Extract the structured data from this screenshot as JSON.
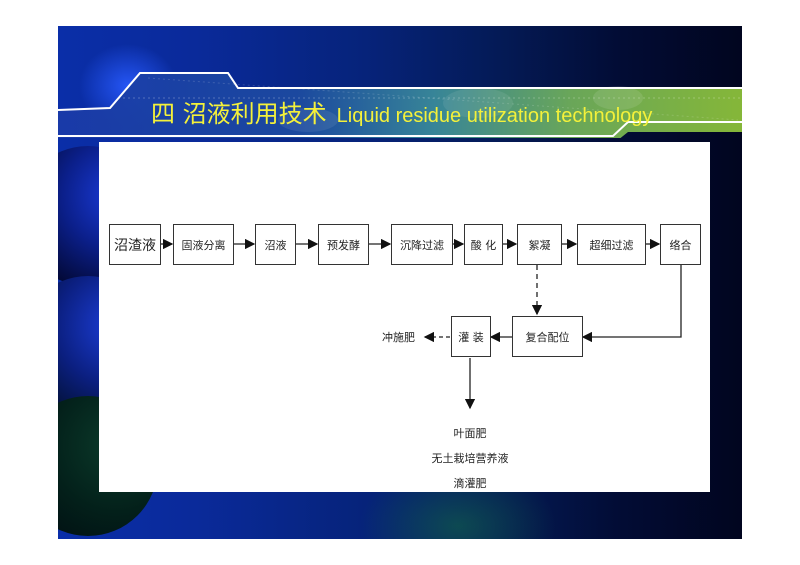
{
  "slide": {
    "title_cn": "四  沼液利用技术",
    "title_en": "Liquid residue utilization technology",
    "colors": {
      "title_text": "#f4f13a",
      "background_left": "#0a2ea8",
      "background_right": "#01051f",
      "band_green": "#7ab84a"
    }
  },
  "flowchart": {
    "main_row": [
      {
        "id": "n1",
        "label": "沼渣液"
      },
      {
        "id": "n2",
        "label": "固液分离"
      },
      {
        "id": "n3",
        "label": "沼液"
      },
      {
        "id": "n4",
        "label": "预发酵"
      },
      {
        "id": "n5",
        "label": "沉降过滤"
      },
      {
        "id": "n6",
        "label": "酸 化"
      },
      {
        "id": "n7",
        "label": "絮凝"
      },
      {
        "id": "n8",
        "label": "超细过滤"
      },
      {
        "id": "n9",
        "label": "络合"
      }
    ],
    "second_row": [
      {
        "id": "n10",
        "label": "复合配位"
      },
      {
        "id": "n11",
        "label": "灌 装"
      }
    ],
    "side_output": {
      "label": "冲施肥"
    },
    "bottom_outputs": [
      "叶面肥",
      "无土栽培营养液",
      "滴灌肥"
    ],
    "edges": [
      {
        "from": "n1",
        "to": "n2",
        "style": "solid"
      },
      {
        "from": "n2",
        "to": "n3",
        "style": "solid"
      },
      {
        "from": "n3",
        "to": "n4",
        "style": "solid"
      },
      {
        "from": "n4",
        "to": "n5",
        "style": "solid"
      },
      {
        "from": "n5",
        "to": "n6",
        "style": "solid"
      },
      {
        "from": "n6",
        "to": "n7",
        "style": "solid"
      },
      {
        "from": "n7",
        "to": "n8",
        "style": "solid"
      },
      {
        "from": "n8",
        "to": "n9",
        "style": "solid"
      },
      {
        "from": "n9",
        "to": "n10",
        "style": "solid"
      },
      {
        "from": "n7",
        "to": "n10",
        "style": "dashed"
      },
      {
        "from": "n10",
        "to": "n11",
        "style": "solid"
      },
      {
        "from": "n11",
        "to": "冲施肥",
        "style": "dashed"
      },
      {
        "from": "n11",
        "to": "bottom_outputs",
        "style": "solid"
      }
    ]
  }
}
